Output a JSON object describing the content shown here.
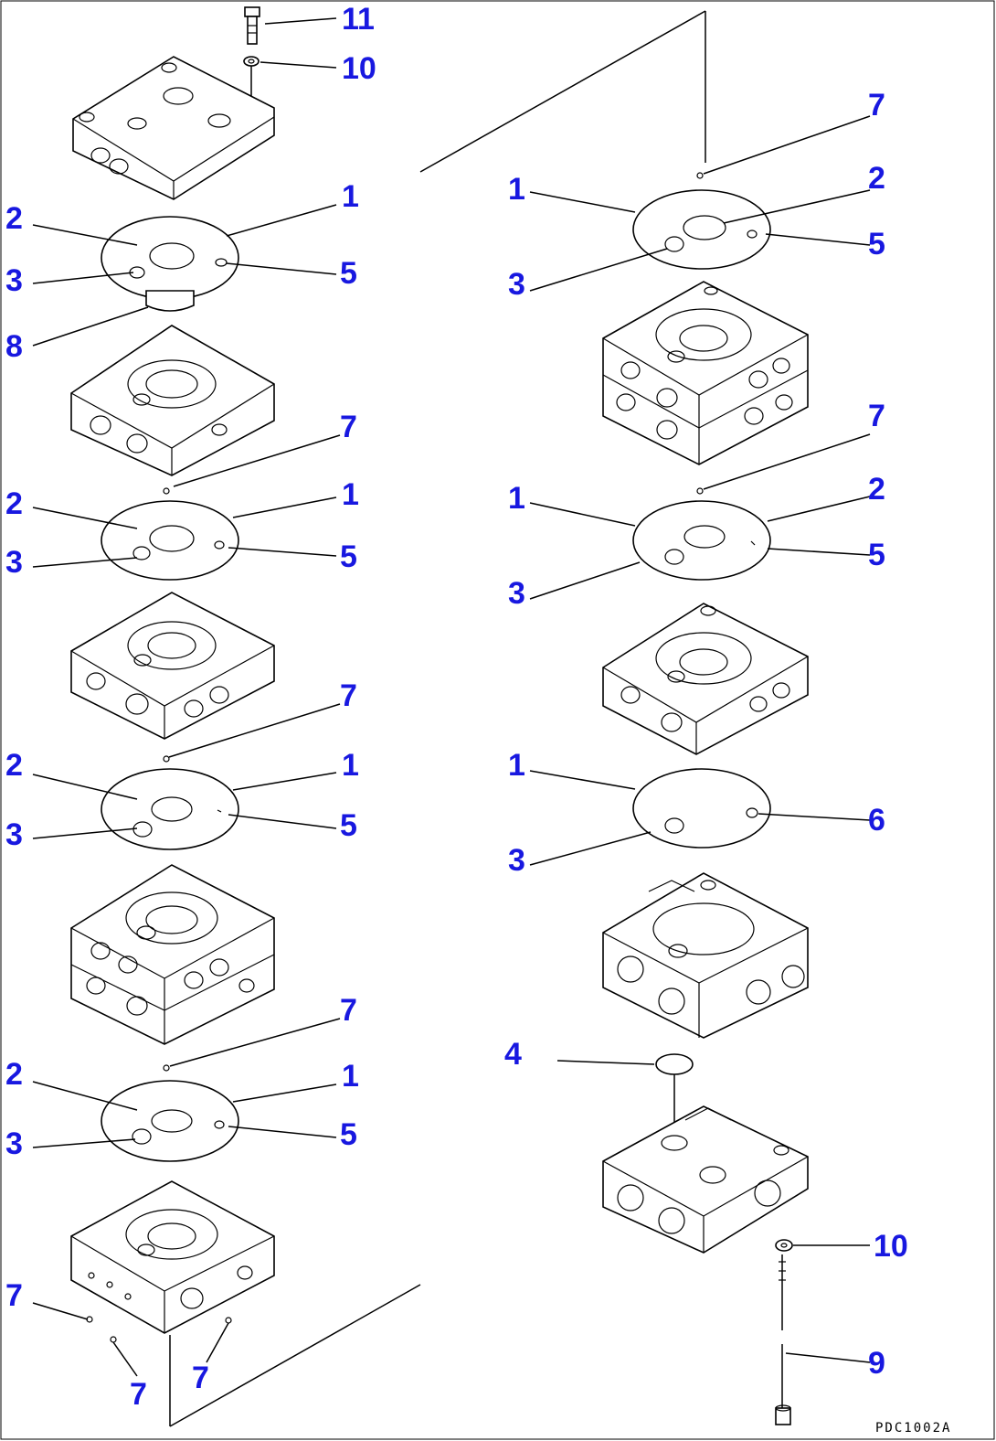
{
  "diagram": {
    "callouts": [
      {
        "id": "c11a",
        "text": "11"
      },
      {
        "id": "c10a",
        "text": "10"
      },
      {
        "id": "c7a",
        "text": "7"
      },
      {
        "id": "c1a",
        "text": "1"
      },
      {
        "id": "c2a",
        "text": "2"
      },
      {
        "id": "c5a",
        "text": "5"
      },
      {
        "id": "c3a",
        "text": "3"
      },
      {
        "id": "c8a",
        "text": "8"
      },
      {
        "id": "c2b",
        "text": "2"
      },
      {
        "id": "c1b",
        "text": "1"
      },
      {
        "id": "c3b",
        "text": "3"
      },
      {
        "id": "c5b",
        "text": "5"
      },
      {
        "id": "c7b",
        "text": "7"
      },
      {
        "id": "c2c",
        "text": "2"
      },
      {
        "id": "c1c",
        "text": "1"
      },
      {
        "id": "c3c",
        "text": "3"
      },
      {
        "id": "c5c",
        "text": "5"
      },
      {
        "id": "c7c",
        "text": "7"
      },
      {
        "id": "c2d",
        "text": "2"
      },
      {
        "id": "c1d",
        "text": "1"
      },
      {
        "id": "c3d",
        "text": "3"
      },
      {
        "id": "c5d",
        "text": "5"
      },
      {
        "id": "c7d",
        "text": "7"
      },
      {
        "id": "c2e",
        "text": "2"
      },
      {
        "id": "c1e",
        "text": "1"
      },
      {
        "id": "c3e",
        "text": "3"
      },
      {
        "id": "c5e",
        "text": "5"
      },
      {
        "id": "c7e",
        "text": "7"
      },
      {
        "id": "c1f",
        "text": "1"
      },
      {
        "id": "c2f",
        "text": "2"
      },
      {
        "id": "c3f",
        "text": "3"
      },
      {
        "id": "c5f",
        "text": "5"
      },
      {
        "id": "c7f",
        "text": "7"
      },
      {
        "id": "c1g",
        "text": "1"
      },
      {
        "id": "c2g",
        "text": "2"
      },
      {
        "id": "c3g",
        "text": "3"
      },
      {
        "id": "c5g",
        "text": "5"
      },
      {
        "id": "c1h",
        "text": "1"
      },
      {
        "id": "c3h",
        "text": "3"
      },
      {
        "id": "c6h",
        "text": "6"
      },
      {
        "id": "c4",
        "text": "4"
      },
      {
        "id": "c10b",
        "text": "10"
      },
      {
        "id": "c9",
        "text": "9"
      },
      {
        "id": "c7g",
        "text": "7"
      },
      {
        "id": "c7h",
        "text": "7"
      },
      {
        "id": "c7i",
        "text": "7"
      }
    ],
    "drawing_code": "PDC1002A",
    "colors": {
      "callout": "#1818e0",
      "line": "#000000",
      "background": "#ffffff"
    }
  }
}
